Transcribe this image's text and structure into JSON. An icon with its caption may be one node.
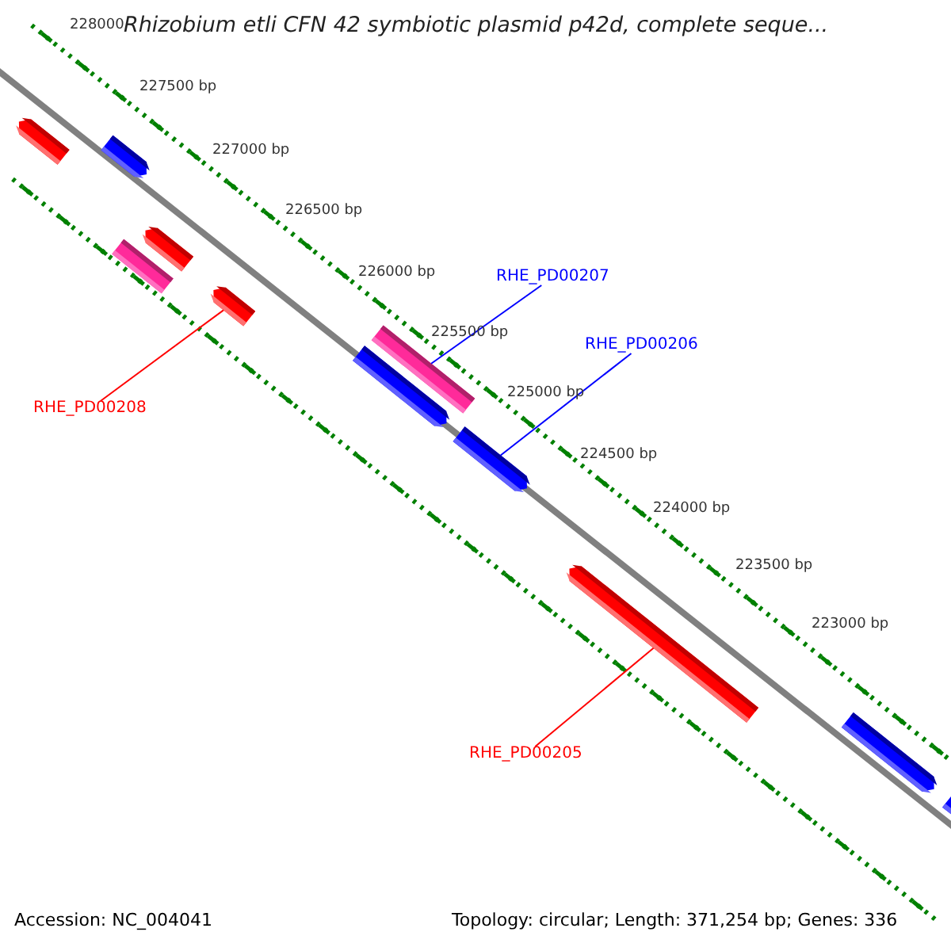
{
  "diagram": {
    "title": "Rhizobium etli CFN 42 symbiotic plasmid p42d, complete seque...",
    "nodes": [
      {
        "text": [],
        "shape": "bar"
      },
      {
        "text": [],
        "shape": "bar"
      },
      {
        "text": [],
        "shape": "bar"
      },
      {
        "text": [],
        "shape": "bar"
      },
      {
        "text": [],
        "shape": "bar"
      },
      {
        "text": [],
        "shape": "bar"
      },
      {
        "text": [],
        "shape": "bar"
      },
      {
        "text": [],
        "shape": "bar"
      },
      {
        "text": [],
        "shape": "bar"
      },
      {
        "text": [],
        "shape": "bar"
      },
      {
        "text": [],
        "shape": "bar"
      },
      {
        "text": [
          "RHE_PD00207"
        ]
      },
      {
        "text": [
          "RHE_PD00206"
        ]
      },
      {
        "text": [
          "RHE_PD00208"
        ]
      },
      {
        "text": [
          "RHE_PD00205"
        ]
      }
    ],
    "edges": [
      {
        "from": 11,
        "to": 5,
        "arrow": "none",
        "color": "#0000ff"
      },
      {
        "from": 12,
        "to": 7,
        "arrow": "none",
        "color": "#0000ff"
      },
      {
        "from": 13,
        "to": 4,
        "arrow": "none",
        "color": "#ff0000"
      },
      {
        "from": 14,
        "to": 8,
        "arrow": "none",
        "color": "#ff0000"
      }
    ],
    "labels": [
      "228000",
      "227500 bp",
      "227000 bp",
      "226500 bp",
      "226000 bp",
      "225500 bp",
      "225000 bp",
      "224500 bp",
      "224000 bp",
      "223500 bp",
      "223000 bp",
      "Accession: NC_004041",
      "Topology: circular; Length: 371,254 bp; Genes: 336"
    ]
  }
}
